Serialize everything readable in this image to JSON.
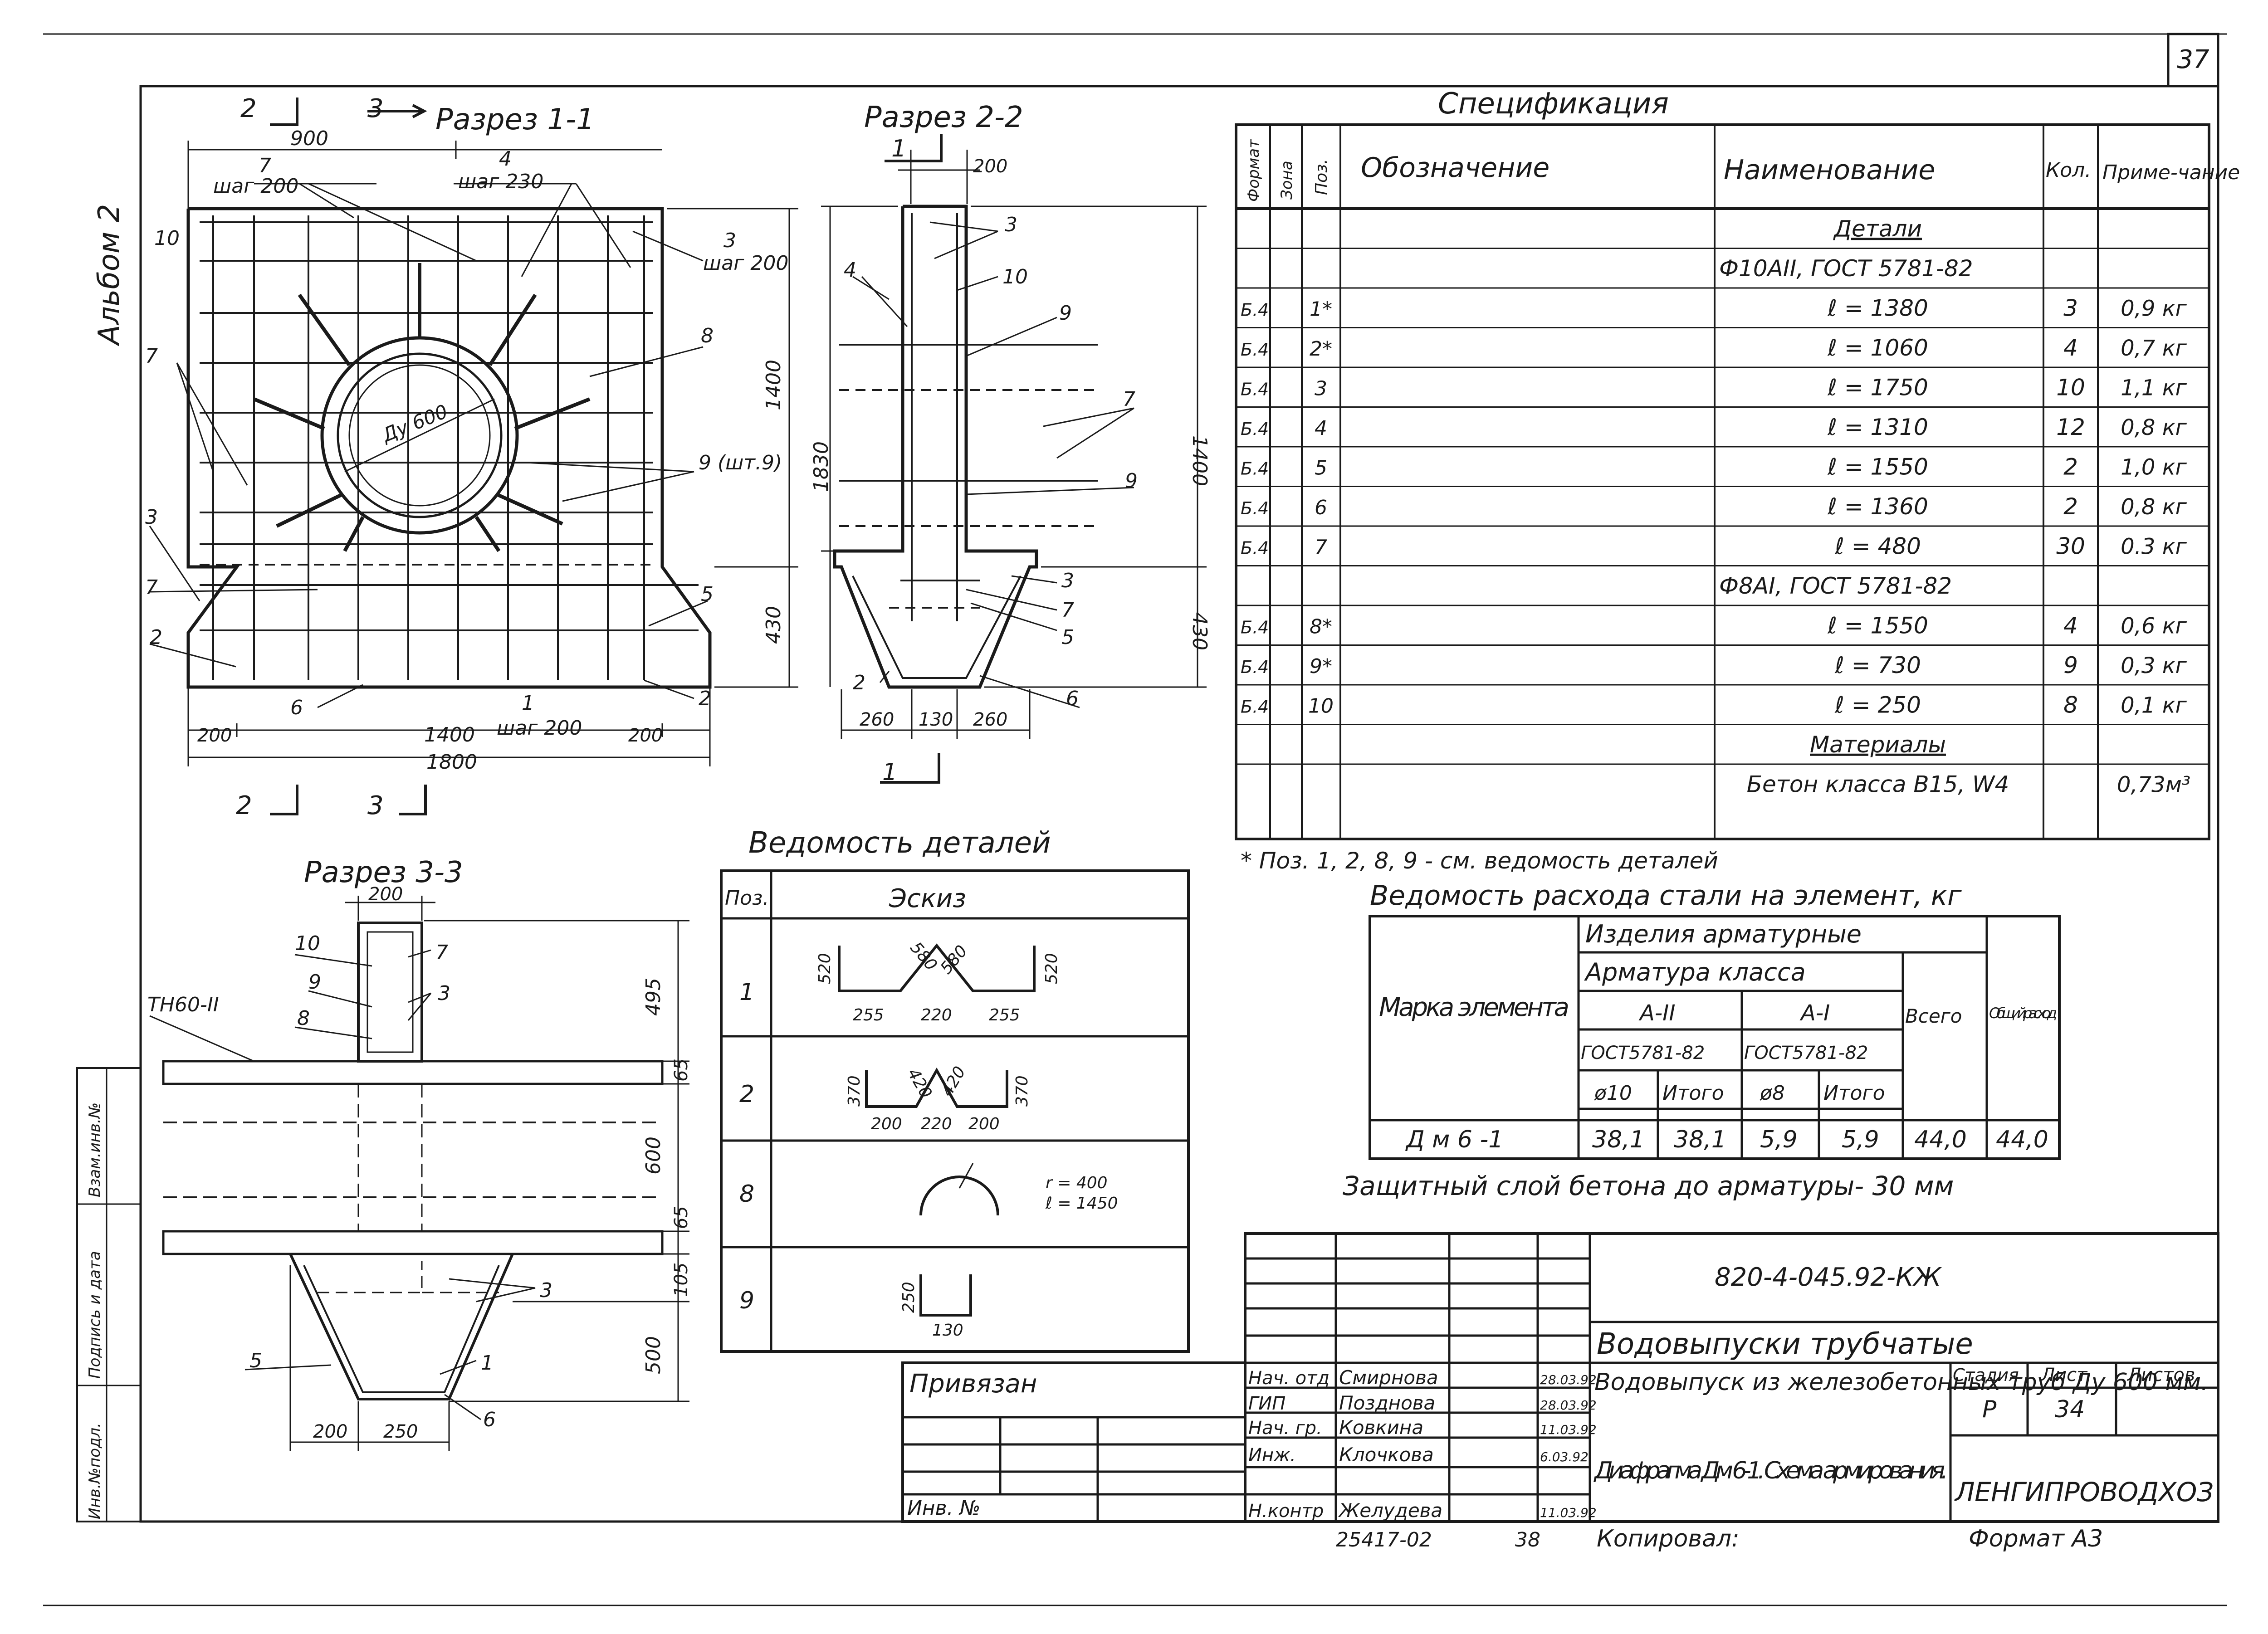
{
  "sheet": {
    "page_number": "37",
    "album_label": "Альбом 2",
    "side_stamp": [
      "Инв.№подл.",
      "Подпись и дата",
      "Взам.инв.№"
    ]
  },
  "section_11": {
    "title": "Разрез 1-1",
    "marks": [
      "2",
      "3",
      "2",
      "3"
    ],
    "dims": [
      "900",
      "7",
      "шаг 200",
      "4",
      "шаг 230",
      "3",
      "шаг 200",
      "1400",
      "1830",
      "430",
      "200",
      "1400",
      "200",
      "1800",
      "1",
      "шаг 200"
    ],
    "labels": [
      "10",
      "8",
      "7",
      "9 (шт.9)",
      "3",
      "7",
      "5",
      "2",
      "6",
      "2"
    ],
    "pipe_label": "Ду 600"
  },
  "section_22": {
    "title": "Разрез 2-2",
    "marks": [
      "1",
      "1"
    ],
    "dims": [
      "200",
      "1400",
      "430",
      "260",
      "130",
      "260"
    ],
    "labels": [
      "3",
      "4",
      "10",
      "9",
      "7",
      "9",
      "3",
      "7",
      "5",
      "6",
      "2"
    ]
  },
  "section_33": {
    "title": "Разрез 3-3",
    "dims": [
      "200",
      "495",
      "65",
      "600",
      "65",
      "105",
      "500",
      "200",
      "250"
    ],
    "labels": [
      "10",
      "7",
      "9",
      "3",
      "8",
      "ТН60-II",
      "3",
      "5",
      "1",
      "6"
    ]
  },
  "spec": {
    "title": "Спецификация",
    "headers": [
      "Формат",
      "Зона",
      "Поз.",
      "Обозначение",
      "Наименование",
      "Кол.",
      "Приме-чание"
    ],
    "rows": [
      {
        "fmt": "",
        "pos": "",
        "name": "Детали",
        "qty": "",
        "note": ""
      },
      {
        "fmt": "",
        "pos": "",
        "name": "Ф10АII, ГОСТ 5781-82",
        "qty": "",
        "note": ""
      },
      {
        "fmt": "Б.4",
        "pos": "1*",
        "name": "ℓ = 1380",
        "qty": "3",
        "note": "0,9 кг"
      },
      {
        "fmt": "Б.4",
        "pos": "2*",
        "name": "ℓ = 1060",
        "qty": "4",
        "note": "0,7 кг"
      },
      {
        "fmt": "Б.4",
        "pos": "3",
        "name": "ℓ = 1750",
        "qty": "10",
        "note": "1,1 кг"
      },
      {
        "fmt": "Б.4",
        "pos": "4",
        "name": "ℓ = 1310",
        "qty": "12",
        "note": "0,8 кг"
      },
      {
        "fmt": "Б.4",
        "pos": "5",
        "name": "ℓ = 1550",
        "qty": "2",
        "note": "1,0 кг"
      },
      {
        "fmt": "Б.4",
        "pos": "6",
        "name": "ℓ = 1360",
        "qty": "2",
        "note": "0,8 кг"
      },
      {
        "fmt": "Б.4",
        "pos": "7",
        "name": "ℓ = 480",
        "qty": "30",
        "note": "0.3 кг"
      },
      {
        "fmt": "",
        "pos": "",
        "name": "Ф8АI, ГОСТ 5781-82",
        "qty": "",
        "note": ""
      },
      {
        "fmt": "Б.4",
        "pos": "8*",
        "name": "ℓ = 1550",
        "qty": "4",
        "note": "0,6 кг"
      },
      {
        "fmt": "Б.4",
        "pos": "9*",
        "name": "ℓ = 730",
        "qty": "9",
        "note": "0,3 кг"
      },
      {
        "fmt": "Б.4",
        "pos": "10",
        "name": "ℓ = 250",
        "qty": "8",
        "note": "0,1 кг"
      },
      {
        "fmt": "",
        "pos": "",
        "name": "Материалы",
        "qty": "",
        "note": ""
      },
      {
        "fmt": "",
        "pos": "",
        "name": "Бетон класса В15, W4",
        "qty": "",
        "note": "0,73м³"
      }
    ],
    "footnote": "* Поз. 1, 2, 8, 9 - см. ведомость деталей"
  },
  "details": {
    "title": "Ведомость деталей",
    "headers": [
      "Поз.",
      "Эскиз"
    ],
    "rows": [
      {
        "pos": "1",
        "dims": [
          "520",
          "580",
          "580",
          "520",
          "255",
          "220",
          "255"
        ]
      },
      {
        "pos": "2",
        "dims": [
          "370",
          "420",
          "420",
          "370",
          "200",
          "220",
          "200"
        ]
      },
      {
        "pos": "8",
        "dims": [
          "r = 400",
          "ℓ = 1450"
        ]
      },
      {
        "pos": "9",
        "dims": [
          "250",
          "130"
        ]
      }
    ]
  },
  "steel": {
    "title": "Ведомость расхода стали на элемент, кг",
    "h_mark": "Марка элемента",
    "h_group": "Изделия арматурные",
    "h_class": "Арматура класса",
    "h_a2": "А-II",
    "h_a1": "А-I",
    "h_gost1": "ГОСТ5781-82",
    "h_gost2": "ГОСТ5781-82",
    "h_d10": "ø10",
    "h_tot1": "Итого",
    "h_d8": "ø8",
    "h_tot2": "Итого",
    "h_all": "Всего",
    "h_total": "Общий расход",
    "row": [
      "Д м 6 -1",
      "38,1",
      "38,1",
      "5,9",
      "5,9",
      "44,0",
      "44,0"
    ]
  },
  "protect_note": "Защитный слой бетона до арматуры- 30 мм",
  "title_block": {
    "code": "820-4-045.92-КЖ",
    "series": "Водовыпуски трубчатые",
    "bound": "Привязан",
    "inv": "Инв. №",
    "people": [
      {
        "role": "Нач. отд",
        "name": "Смирнова",
        "date": "28.03.92"
      },
      {
        "role": "ГИП",
        "name": "Позднова",
        "date": "28.03.92"
      },
      {
        "role": "Нач. гр.",
        "name": "Ковкина",
        "date": "11.03.92"
      },
      {
        "role": "Инж.",
        "name": "Клочкова",
        "date": "6.03.92"
      },
      {
        "role": "",
        "name": "",
        "date": ""
      },
      {
        "role": "Н.контр",
        "name": "Желудева",
        "date": "11.03.92"
      }
    ],
    "object": "Водовыпуск из железобетонных труб Ду 600 мм.",
    "sheet_name": "Диафрагма Дм 6-1. Схема армирования.",
    "stage_h": "Стадия",
    "sheet_h": "Лист",
    "sheets_h": "Листов",
    "stage": "Р",
    "sheet": "34",
    "sheets": "",
    "org": "ЛЕНГИПРОВОДХОЗ",
    "archive_no": "25417-02",
    "archive_sheet": "38",
    "copied": "Копировал:",
    "format": "Формат А3"
  }
}
